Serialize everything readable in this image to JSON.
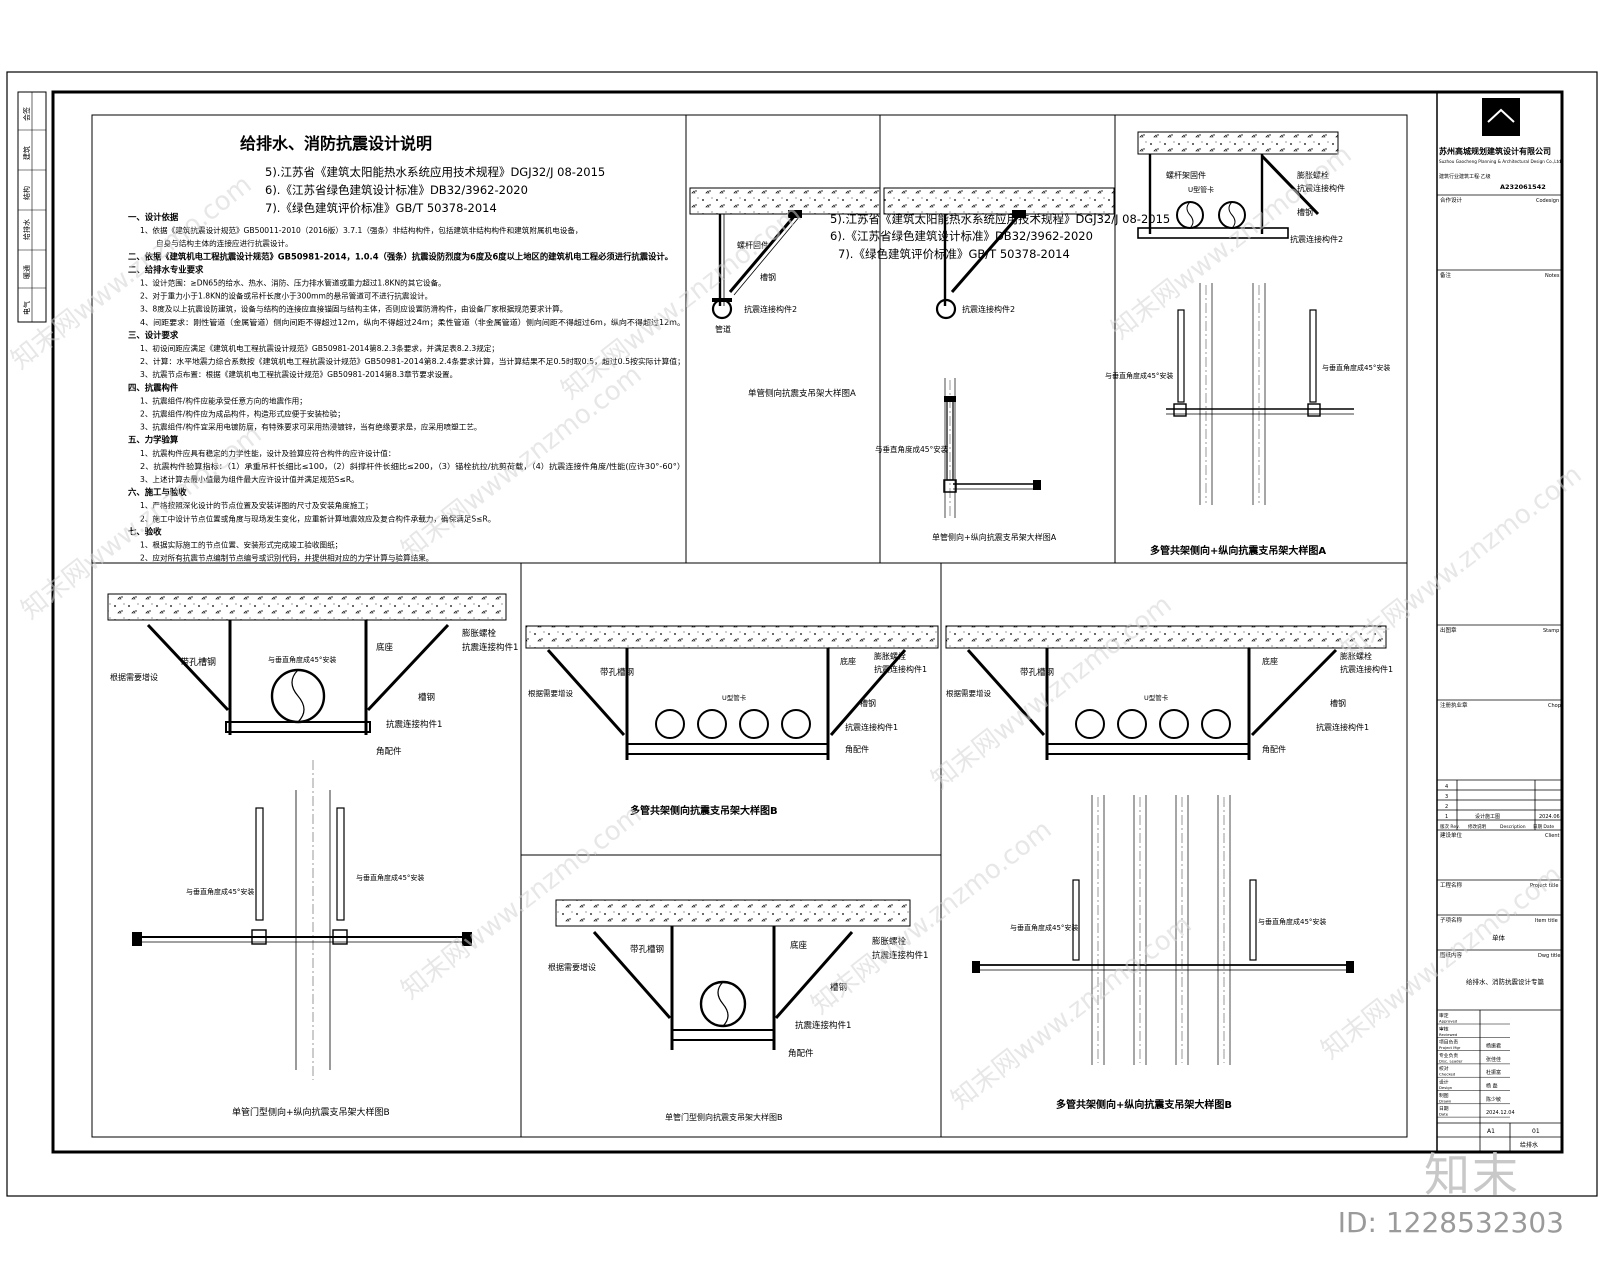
{
  "notes": {
    "title": "给排水、消防抗震设计说明",
    "refs": [
      "5).江苏省《建筑太阳能热水系统应用技术规程》DGJ32/J 08-2015",
      "6).《江苏省绿色建筑设计标准》DB32/3962-2020",
      "7).《绿色建筑评价标准》GB/T 50378-2014"
    ],
    "lines": [
      "一、设计依据",
      "1、依据《建筑抗震设计规范》GB50011-2010（2016版）3.7.1（强条）非结构构件，包括建筑非结构构件和建筑附属机电设备，",
      "自身与结构主体的连接应进行抗震设计。",
      "二、依据《建筑机电工程抗震设计规范》GB50981-2014，1.0.4（强条）抗震设防烈度为6度及6度以上地区的建筑机电工程必须进行抗震设计。",
      "二、给排水专业要求",
      "1、设计范围：≥DN65的给水、热水、消防、压力排水管道或重力超过1.8KN的其它设备。",
      "2、对于重力小于1.8KN的设备或吊杆长度小于300mm的悬吊管道可不进行抗震设计。",
      "3、8度及以上抗震设防建筑，设备与结构的连接应直接锚固与结构主体，否则应设置防滑构件，由设备厂家根据规范要求计算。",
      "4、间距要求：刚性管道（金属管道）侧向间距不得超过12m，纵向不得超过24m；柔性管道（非金属管道）侧向间距不得超过6m，纵向不得超过12m。",
      "三、设计要求",
      "1、初设间距应满足《建筑机电工程抗震设计规范》GB50981-2014第8.2.3条要求，并满足表8.2.3规定；",
      "2、计算：水平地震力综合系数按《建筑机电工程抗震设计规范》GB50981-2014第8.2.4条要求计算，当计算结果不足0.5时取0.5，超过0.5按实际计算值；",
      "3、抗震节点布置：根据《建筑机电工程抗震设计规范》GB50981-2014第8.3章节要求设置。",
      "四、抗震构件",
      "1、抗震组件/构件应能承受任意方向的地震作用；",
      "2、抗震组件/构件应为成品构件，构造形式应便于安装检验；",
      "3、抗震组件/构件宜采用电镀防腐，有特殊要求可采用热浸镀锌，当有绝缘要求是，应采用喷塑工艺。",
      "五、力学验算",
      "1、抗震构件应具有稳定的力学性能，设计及验算应符合构件的应许设计值：",
      "2、抗震构件验算指标：（1）承重吊杆长细比≤100，（2）斜撑杆件长细比≤200，（3）锚栓抗拉/抗剪荷载，（4）抗震连接件角度/性能(应许30°-60°）",
      "3、上述计算去最小值最为组件最大应许设计值并满足规范S≤R。",
      "六、施工与验收",
      "1、严格按照深化设计的节点位置及安装详图的尺寸及安装角度施工；",
      "2、施工中设计节点位置或角度与现场发生变化，应重新计算地震效应及复合构件承载力，确保满足S≤R。",
      "七、验收",
      "1、根据实际施工的节点位置、安装形式完成竣工验收图纸；",
      "2、应对所有抗震节点编制节点编号或识别代码，并提供相对应的力学计算与验算结果。"
    ]
  },
  "overlay_refs": [
    "5).江苏省《建筑太阳能热水系统应用技术规程》DGJ32/J 08-2015",
    "6).《江苏省绿色建筑设计标准》DB32/3962-2020",
    "7).《绿色建筑评价标准》GB/T 50378-2014"
  ],
  "labels": {
    "single_side_a": "单管侧向抗震支吊架大样图A",
    "single_side_plan_a": "单管侧向+纵向抗震支吊架大样图A",
    "multi_a": "多管共架侧向+纵向抗震支吊架大样图A",
    "multi_side_b": "多管共架侧向抗震支吊架大样图B",
    "multi_b": "多管共架侧向+纵向抗震支吊架大样图B",
    "single_door_long_b": "单管门型侧向+纵向抗震支吊架大样图B",
    "single_door_b": "单管门型侧向抗震支吊架大样图B",
    "threaded_rod": "螺杆固件",
    "threaded_rod2": "螺杆架固件",
    "expansion_bolt": "膨胀螺栓",
    "connector": "抗震连接构件",
    "connector1": "抗震连接构件1",
    "connector2": "抗震连接构件2",
    "channel": "槽钢",
    "slotted_channel": "带孔槽钢",
    "base": "底座",
    "angle_fitting": "角配件",
    "add_as_needed": "根据需要增设",
    "angle45": "与垂直角度成45°安装",
    "pipe": "管道",
    "pipe_clamp": "管卡",
    "u_clamp": "U型管卡"
  },
  "title_block": {
    "company": "苏州高城规划建筑设计有限公司",
    "company_en": "Suzhou Gaocheng Planning & Architectural Design Co.,Ltd.",
    "cert": "A232061542",
    "cert_label": "建筑行业建筑工程·乙级",
    "cooperation": "合作设计",
    "cooperation_en": "Codesign",
    "notes_label": "备注",
    "notes_en": "Notes",
    "stamp_label": "出图章",
    "stamp_en": "Stamp",
    "reg_stamp": "注册执业章",
    "reg_stamp_en": "Chop",
    "rev_rows": [
      {
        "no": "4",
        "desc": "",
        "date": ""
      },
      {
        "no": "3",
        "desc": "",
        "date": ""
      },
      {
        "no": "2",
        "desc": "",
        "date": ""
      },
      {
        "no": "1",
        "desc": "设计施工图",
        "date": "2024.06"
      }
    ],
    "rev_header": [
      "版次 Rev.",
      "修改说明",
      "Description",
      "日期 Date"
    ],
    "client": "建设单位",
    "client_en": "Client",
    "project": "工程名称",
    "project_en": "Project title",
    "item": "子项名称",
    "item_en": "Item title",
    "item_value": "单体",
    "drawing": "图纸内容",
    "drawing_en": "Dwg title",
    "drawing_value": "给排水、消防抗震设计专篇",
    "roles": [
      {
        "k": "审定",
        "en": "Approved",
        "v": ""
      },
      {
        "k": "审核",
        "en": "Reviewed",
        "v": ""
      },
      {
        "k": "项目负责",
        "en": "Project Mgr",
        "v": "杨振君"
      },
      {
        "k": "专业负责",
        "en": "Disc. Leader",
        "v": "张佳佳"
      },
      {
        "k": "校对",
        "en": "Checked",
        "v": "杜振富"
      },
      {
        "k": "设计",
        "en": "Design",
        "v": "杨 磊"
      },
      {
        "k": "制图",
        "en": "Drawn",
        "v": "陈少敏"
      },
      {
        "k": "日期",
        "en": "Date",
        "v": "2024.12.04"
      }
    ],
    "size": "A1",
    "sheet_no": "01",
    "discipline": "给排水"
  },
  "left_strip": [
    "会签",
    "建筑",
    "结构",
    "给排水",
    "暖通",
    "电气"
  ],
  "watermark": "知末网www.znzmo.com",
  "footer_id": "ID: 1228532303",
  "brand": "知末"
}
